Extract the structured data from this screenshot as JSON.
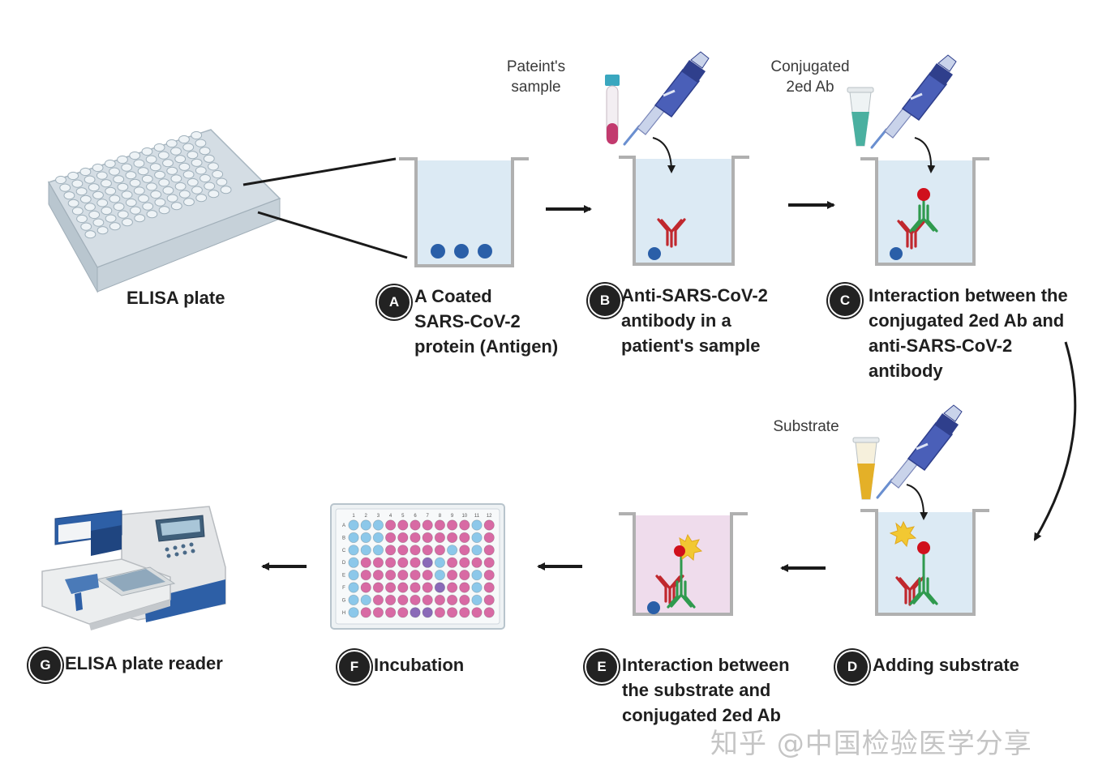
{
  "colors": {
    "well_liquid": "#dceaf4",
    "well_wall": "#b0b0b0",
    "substrate_liquid": "#efdcec",
    "antigen_blue": "#2a5fa8",
    "antibody_red": "#c0282e",
    "antibody_green": "#2f9a4e",
    "enzyme_red": "#d0101c",
    "star_yellow": "#f2c832",
    "arrow": "#1a1a1a",
    "badge": "#222222",
    "pipette_blue": "#4a5fb8",
    "tube_teal": "#4ab0a0",
    "tube_gold": "#e4b028",
    "plate_pink": "#d86aa4",
    "plate_blue": "#8cc8ea",
    "plate_purple": "#8a6ab8"
  },
  "icons": [
    "elisa-plate-icon",
    "pipette-icon",
    "blood-tube-icon",
    "microtube-icon",
    "antibody-icon",
    "antigen-icon",
    "enzyme-icon",
    "substrate-star-icon",
    "plate-reader-icon",
    "arrow-icon"
  ],
  "elisa_plate": {
    "label": "ELISA plate"
  },
  "steps": {
    "a": {
      "badge": "A",
      "lines": [
        "A Coated",
        "SARS-CoV-2",
        "protein (Antigen)"
      ]
    },
    "b": {
      "badge": "B",
      "lines": [
        "Anti-SARS-CoV-2",
        "antibody in a",
        "patient's sample"
      ],
      "reagent_lines": [
        "Pateint's",
        "sample"
      ]
    },
    "c": {
      "badge": "C",
      "lines": [
        "Interaction between the",
        "conjugated 2ed Ab and",
        "anti-SARS-CoV-2",
        "antibody"
      ],
      "reagent_lines": [
        "Conjugated",
        "2ed Ab"
      ]
    },
    "d": {
      "badge": "D",
      "lines": [
        "Adding substrate"
      ],
      "reagent_lines": [
        "Substrate"
      ]
    },
    "e": {
      "badge": "E",
      "lines": [
        "Interaction between",
        "the substrate and",
        "conjugated 2ed Ab"
      ]
    },
    "f": {
      "badge": "F",
      "lines": [
        "Incubation"
      ]
    },
    "g": {
      "badge": "G",
      "lines": [
        "ELISA plate reader"
      ]
    }
  },
  "incubation_plate": {
    "columns": [
      "1",
      "2",
      "3",
      "4",
      "5",
      "6",
      "7",
      "8",
      "9",
      "10",
      "11",
      "12"
    ],
    "rows": [
      "A",
      "B",
      "C",
      "D",
      "E",
      "F",
      "G",
      "H"
    ],
    "wells": [
      "BBBPPPPPPPBP",
      "BBBPPPPPPPBP",
      "BBBPPPPPBPBP",
      "BPPPPPUBPPPP",
      "BPPPPPPBPPBP",
      "BPPPPPPUPPBP",
      "BBPPPPPPPPBP",
      "BPPPPUUPPPPP"
    ]
  },
  "watermark": "知乎 @中国检验医学分享"
}
